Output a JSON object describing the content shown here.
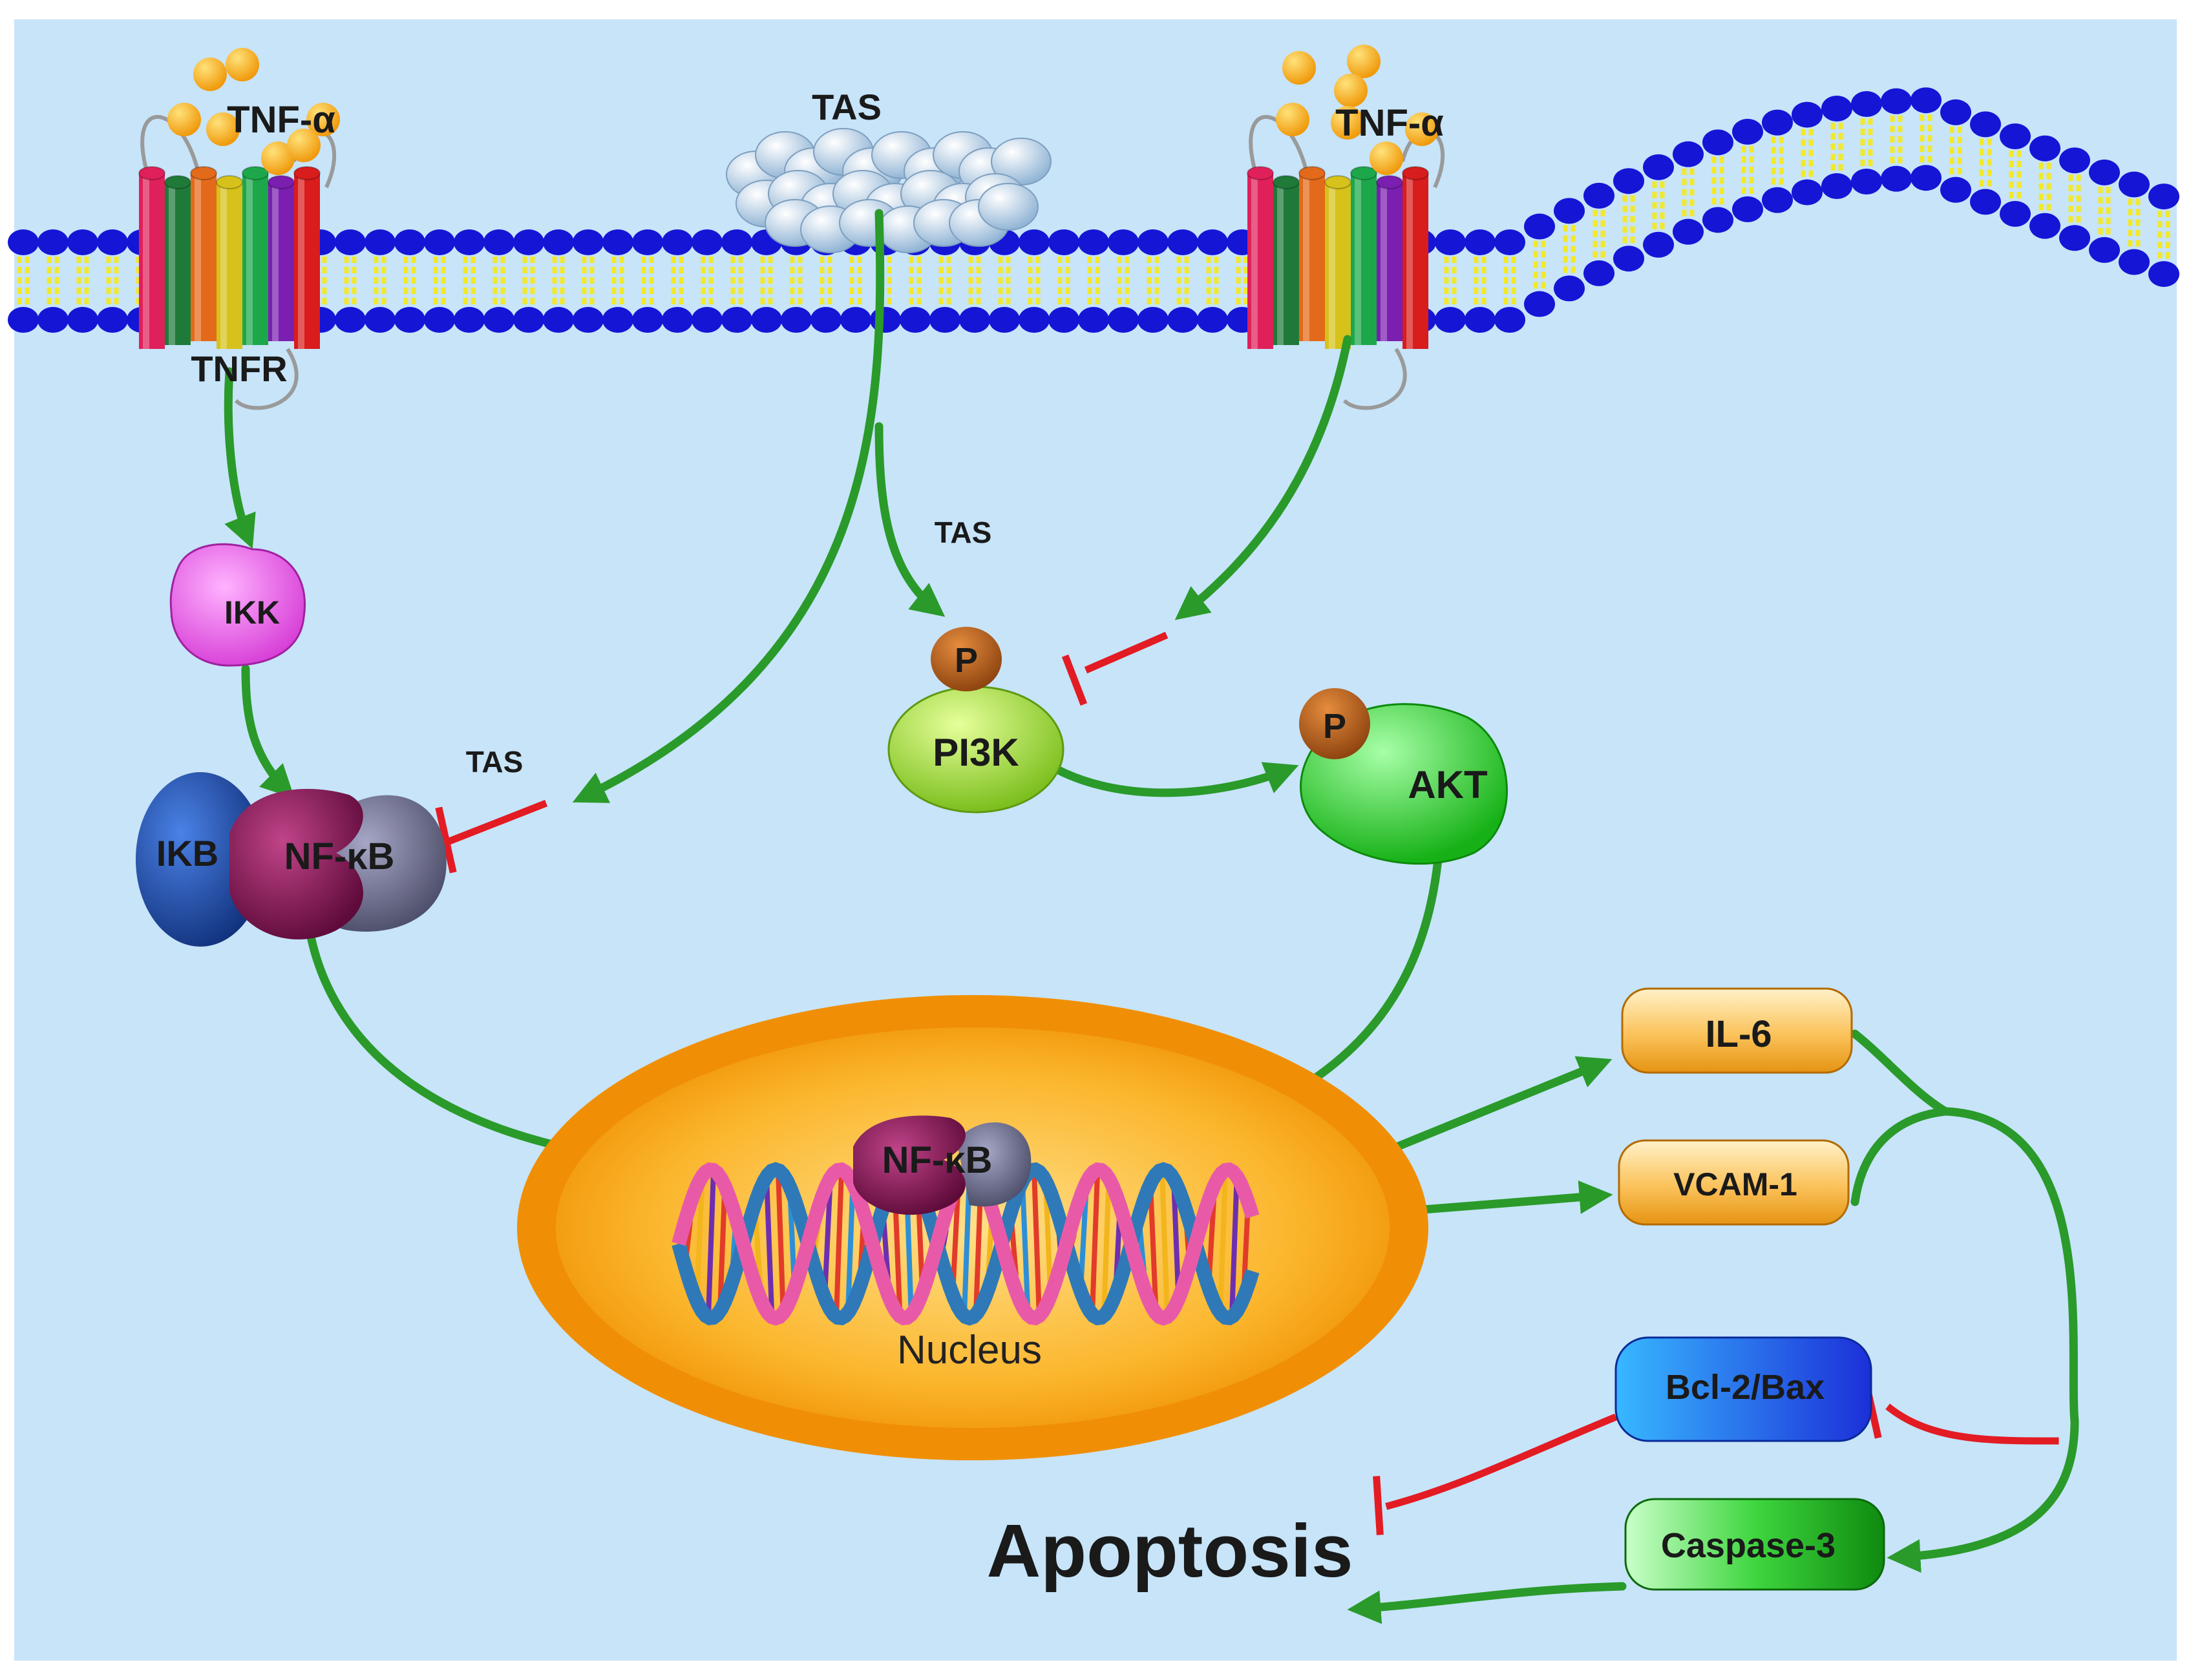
{
  "labels": {
    "tnf_left": "TNF-α",
    "tnf_right": "TNF-α",
    "tnfr": "TNFR",
    "tas_top": "TAS",
    "tas_pi3k": "TAS",
    "tas_nfkb": "TAS",
    "ikk": "IKK",
    "ikb": "IKB",
    "nfkb": "NF-κB",
    "nfkb_nucleus": "NF-κB",
    "p_pi3k": "P",
    "pi3k": "PI3K",
    "p_akt": "P",
    "akt": "AKT",
    "nucleus": "Nucleus",
    "il6": "IL-6",
    "vcam1": "VCAM-1",
    "bcl2bax": "Bcl-2/Bax",
    "caspase3": "Caspase-3",
    "apoptosis": "Apoptosis"
  },
  "colors": {
    "background": "#c7e4f9",
    "activation_arrow": "#2a9a2a",
    "inhibition": "#e31b23",
    "membrane_head": "#1515d6",
    "membrane_tail": "#f2e92a",
    "ikk": "#e857e8",
    "pi3k": "#9ad23a",
    "akt": "#2ed12e",
    "phospho": "#c0601a",
    "nucleus": "#f7a20e",
    "gene_box": "#f9b544",
    "bcl2": "#1b62e6",
    "caspase": "#28c228",
    "ikb": "#1d4fb0",
    "nfkb": "#8c1a5a",
    "nfkb_partner": "#6e6f8c"
  }
}
